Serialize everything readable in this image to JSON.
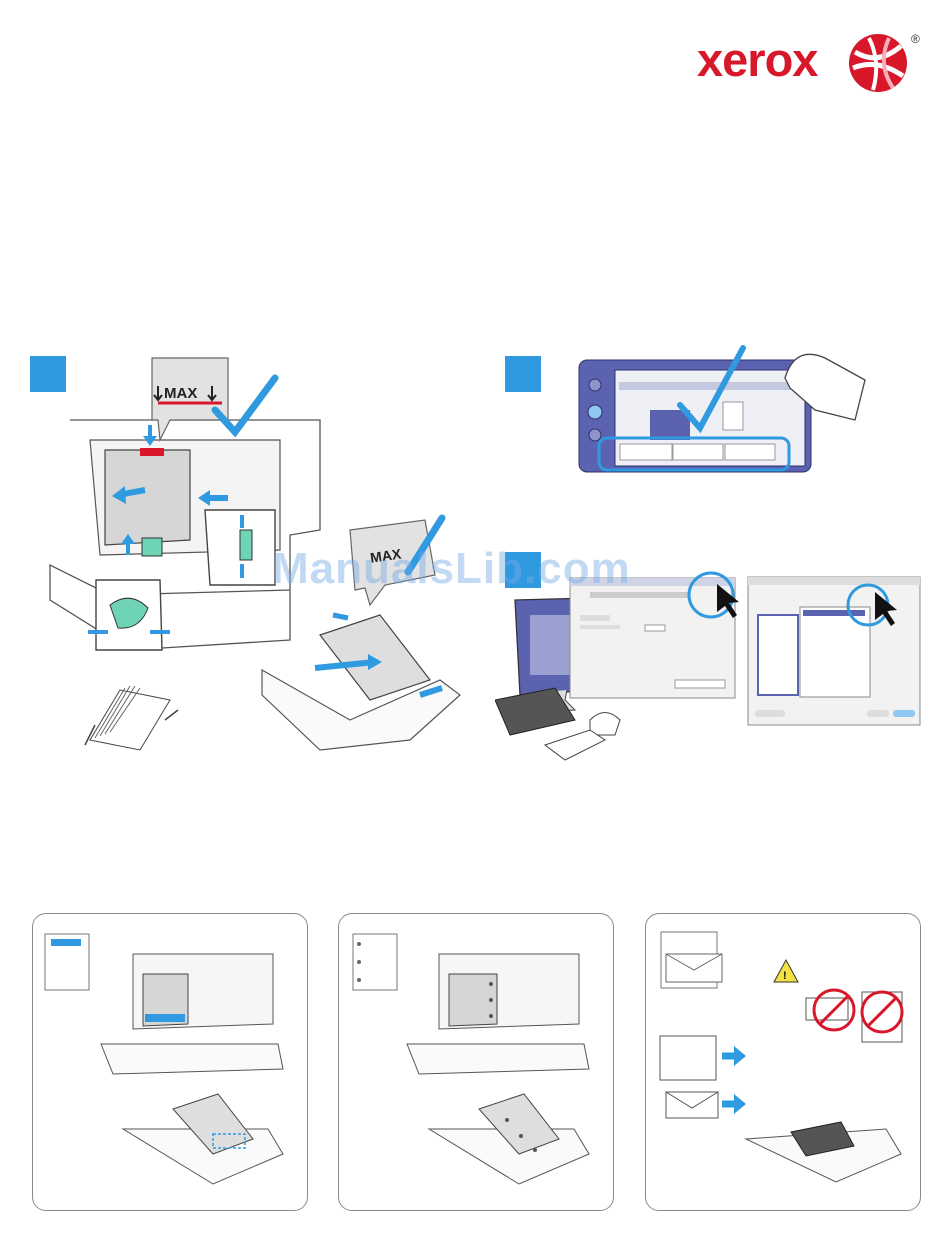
{
  "brand": {
    "logo_text": "xerox",
    "registered_mark": "®"
  },
  "step1": {
    "max_label": "MAX",
    "max_label_side": "MAX"
  },
  "watermark": "ManualsLib.com",
  "panels": [
    {
      "name": "letterhead"
    },
    {
      "name": "prepunched"
    },
    {
      "name": "envelopes",
      "warning_icon": "warning-triangle-icon"
    }
  ],
  "colors": {
    "brand_red": "#d7182a",
    "accent_blue": "#2f9ae0",
    "panel_blue": "#5b63b0"
  }
}
